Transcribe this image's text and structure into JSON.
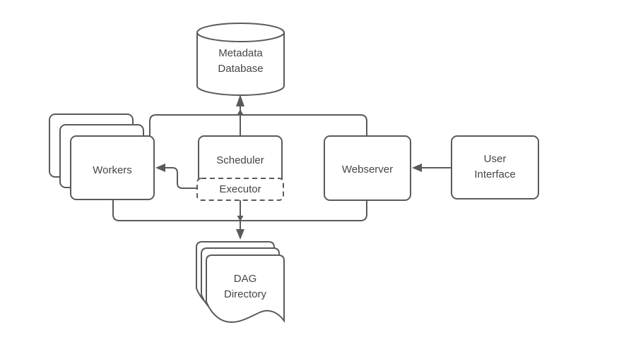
{
  "diagram": {
    "type": "architecture-flowchart",
    "background": "#ffffff",
    "colors": {
      "stroke": "#5a5a5a",
      "text": "#454545",
      "shape_fill": "#ffffff"
    },
    "nodes": {
      "metadata_database": {
        "label": "Metadata\nDatabase",
        "shape": "cylinder"
      },
      "workers": {
        "label": "Workers",
        "shape": "stacked-rounded-rectangles",
        "stack_count": 3
      },
      "scheduler": {
        "label": "Scheduler",
        "shape": "rounded-rectangle"
      },
      "executor": {
        "label": "Executor",
        "shape": "dashed-rounded-rectangle",
        "nested_in": "scheduler"
      },
      "webserver": {
        "label": "Webserver",
        "shape": "rounded-rectangle"
      },
      "user_interface": {
        "label": "User\nInterface",
        "shape": "rounded-rectangle"
      },
      "dag_directory": {
        "label": "DAG\nDirectory",
        "shape": "stacked-documents",
        "stack_count": 3
      }
    },
    "edges": [
      {
        "from": "scheduler",
        "to": "metadata_database",
        "style": "arrow"
      },
      {
        "from": "workers",
        "to": "metadata_database",
        "style": "arrow-via-shared-top-connector"
      },
      {
        "from": "webserver",
        "to": "metadata_database",
        "style": "arrow-via-shared-top-connector"
      },
      {
        "from": "executor",
        "to": "workers",
        "style": "arrow"
      },
      {
        "from": "user_interface",
        "to": "webserver",
        "style": "arrow"
      },
      {
        "from": "executor",
        "to": "dag_directory",
        "style": "arrow"
      },
      {
        "from": "workers",
        "to": "dag_directory",
        "style": "arrow-via-shared-bottom-connector"
      },
      {
        "from": "webserver",
        "to": "dag_directory",
        "style": "arrow-via-shared-bottom-connector"
      }
    ]
  }
}
